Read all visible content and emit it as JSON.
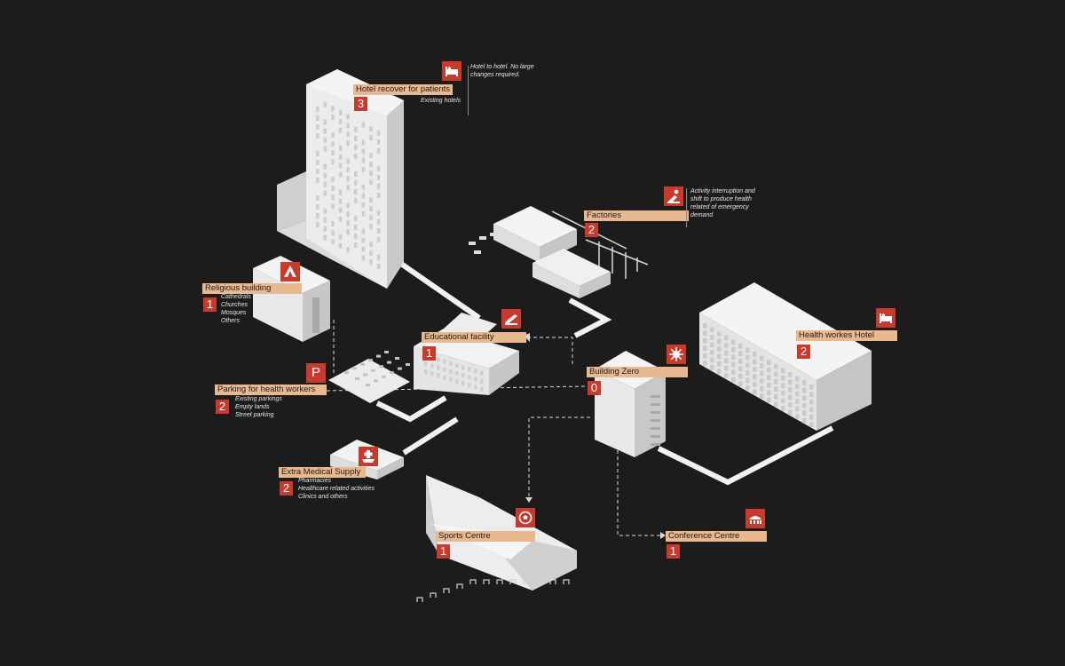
{
  "colors": {
    "background": "#1d1c1c",
    "label_bg": "#e9b88f",
    "accent_red": "#c83a2c",
    "building_light": "#ececec",
    "building_side": "#cfcfcf",
    "building_dark": "#b5b5b5",
    "path": "#f2f2f2"
  },
  "nodes": {
    "hotel_recover": {
      "title": "Hotel recover for patients",
      "number": "3",
      "icon": "bed-icon",
      "sub": [
        "Existing hotels"
      ],
      "note": [
        "Hotel to hotel. No large",
        "changes required."
      ]
    },
    "factories": {
      "title": "Factories",
      "number": "2",
      "icon": "factory-worker-icon",
      "note": [
        "Activity interruption and",
        "shift to produce health",
        "related  of emergency",
        "demand"
      ]
    },
    "religious": {
      "title": "Religious building",
      "number": "1",
      "icon": "church-icon",
      "sub": [
        "Cathedrals",
        "Churches",
        "Mosques",
        "Others"
      ]
    },
    "educational": {
      "title": "Educational facility",
      "number": "1",
      "icon": "education-icon"
    },
    "health_hotel": {
      "title": "Health workes Hotel",
      "number": "2",
      "icon": "bed-icon"
    },
    "building_zero": {
      "title": "Building Zero",
      "number": "0",
      "icon": "virus-icon"
    },
    "parking": {
      "title": "Parking for health workers",
      "number": "2",
      "icon": "parking-icon",
      "icon_text": "P",
      "sub": [
        "Existing parkings",
        "Empty lands",
        "Street parking"
      ]
    },
    "medical": {
      "title": "Extra Medical Supply",
      "number": "2",
      "icon": "medical-supply-icon",
      "sub": [
        "Pharmacies",
        "Healthcare related activities",
        "Clinics and others"
      ]
    },
    "sports": {
      "title": "Sports Centre",
      "number": "1",
      "icon": "football-icon"
    },
    "conference": {
      "title": "Conference Centre",
      "number": "1",
      "icon": "conference-hall-icon"
    }
  }
}
